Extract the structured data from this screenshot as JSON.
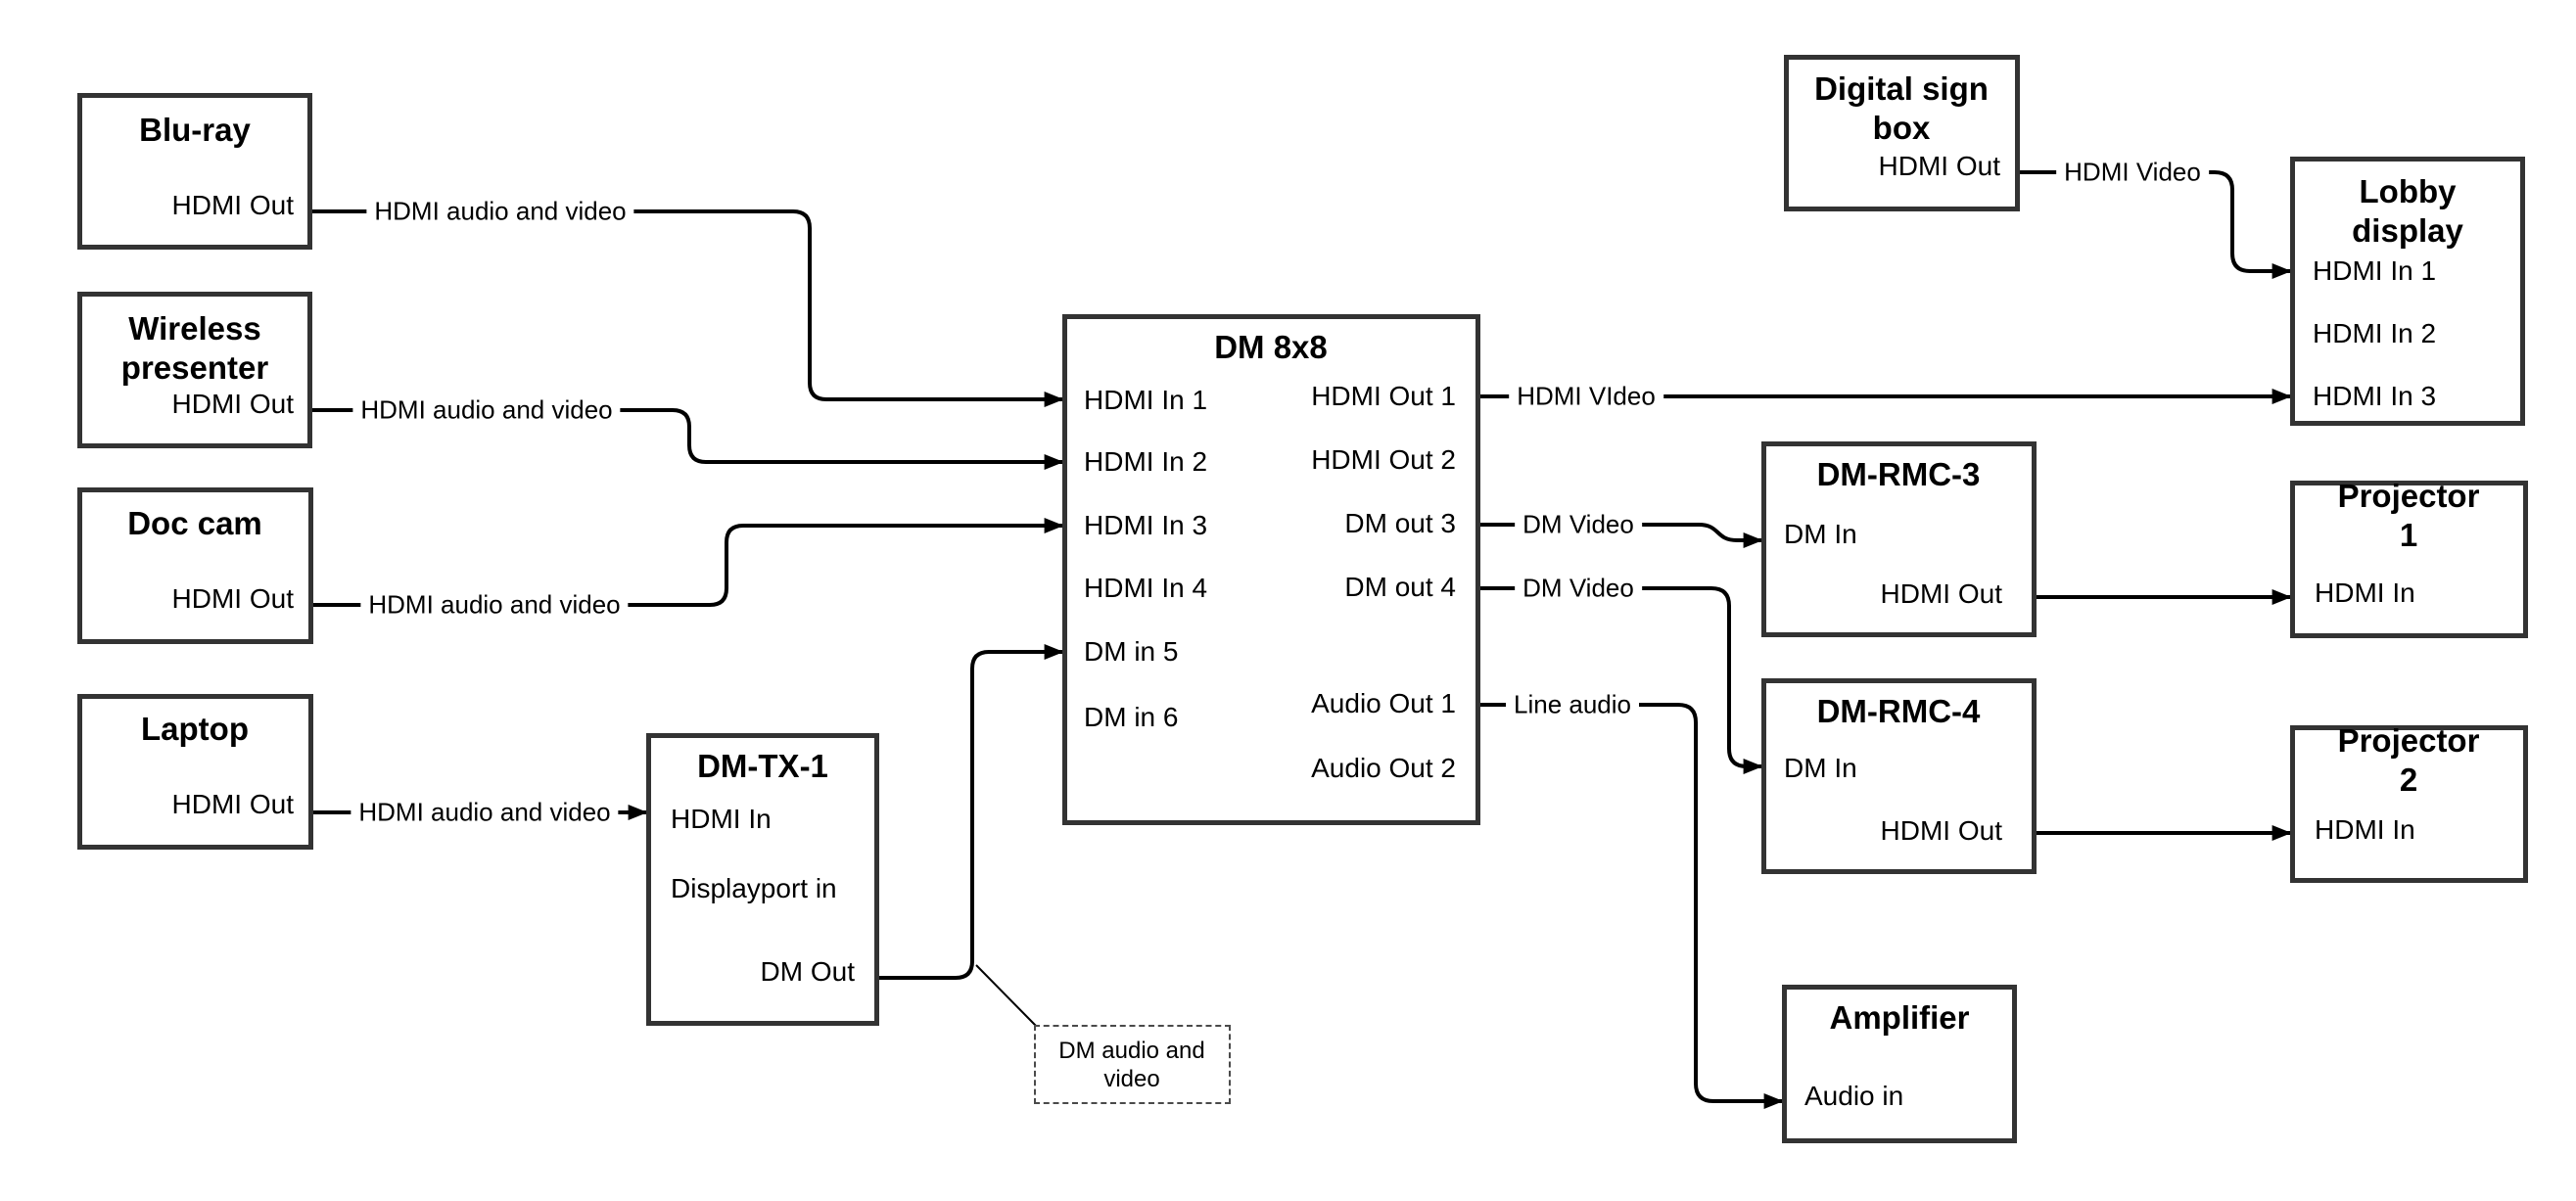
{
  "diagram": {
    "nodes": {
      "bluray": {
        "title": "Blu-ray",
        "port_hdmi_out": "HDMI Out"
      },
      "wireless_presenter": {
        "title": "Wireless\npresenter",
        "port_hdmi_out": "HDMI Out"
      },
      "doc_cam": {
        "title": "Doc cam",
        "port_hdmi_out": "HDMI Out"
      },
      "laptop": {
        "title": "Laptop",
        "port_hdmi_out": "HDMI Out"
      },
      "dm_tx_1": {
        "title": "DM-TX-1",
        "port_hdmi_in": "HDMI In",
        "port_displayport_in": "Displayport in",
        "port_dm_out": "DM Out"
      },
      "dm_8x8": {
        "title": "DM 8x8",
        "inputs": [
          "HDMI In 1",
          "HDMI In 2",
          "HDMI In 3",
          "HDMI In 4",
          "DM in 5",
          "DM in 6"
        ],
        "outputs": [
          "HDMI Out 1",
          "HDMI Out 2",
          "DM out 3",
          "DM out 4",
          "Audio Out 1",
          "Audio Out 2"
        ]
      },
      "digital_sign_box": {
        "title": "Digital sign\nbox",
        "port_hdmi_out": "HDMI Out"
      },
      "lobby_display": {
        "title": "Lobby\ndisplay",
        "inputs": [
          "HDMI In 1",
          "HDMI In 2",
          "HDMI In 3"
        ]
      },
      "dm_rmc_3": {
        "title": "DM-RMC-3",
        "port_dm_in": "DM In",
        "port_hdmi_out": "HDMI Out"
      },
      "projector_1": {
        "title": "Projector 1",
        "port_hdmi_in": "HDMI In"
      },
      "dm_rmc_4": {
        "title": "DM-RMC-4",
        "port_dm_in": "DM In",
        "port_hdmi_out": "HDMI Out"
      },
      "projector_2": {
        "title": "Projector 2",
        "port_hdmi_in": "HDMI In"
      },
      "amplifier": {
        "title": "Amplifier",
        "port_audio_in": "Audio in"
      }
    },
    "wire_labels": {
      "bluray_to_dm8x8": "HDMI audio and video",
      "wireless_to_dm8x8": "HDMI audio and video",
      "doccam_to_dm8x8": "HDMI audio and video",
      "laptop_to_dmtx1": "HDMI audio and video",
      "hdmiout1_to_lobby": "HDMI VIdeo",
      "dmout3_to_rmc3": "DM Video",
      "dmout4_to_rmc4": "DM Video",
      "audioout1_to_amp": "Line audio",
      "sign_to_lobby": "HDMI Video",
      "note": "DM audio and\nvideo"
    }
  }
}
